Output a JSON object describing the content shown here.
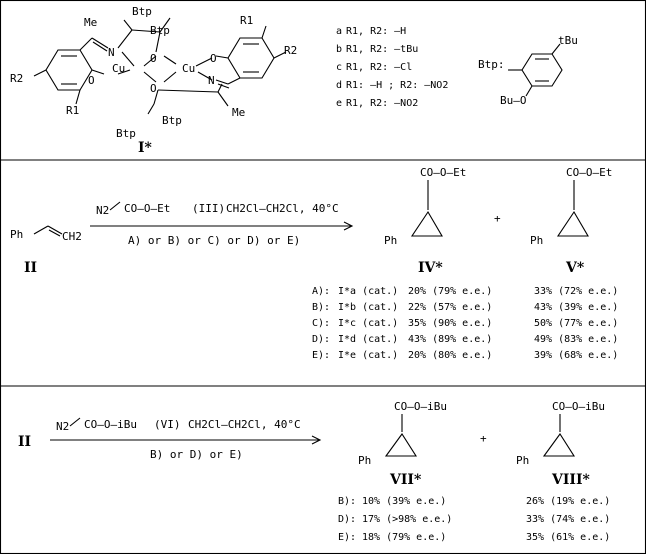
{
  "catalyst": {
    "label": "I*",
    "metal": "Cu",
    "me": "Me",
    "btp": "Btp",
    "r1": "R1",
    "r2": "R2",
    "substituents": [
      {
        "key": "a",
        "text": "R1, R2: —H"
      },
      {
        "key": "b",
        "text": "R1, R2: —tBu"
      },
      {
        "key": "c",
        "text": "R1, R2: —Cl"
      },
      {
        "key": "d",
        "text": "R1: —H ; R2: —NO2"
      },
      {
        "key": "e",
        "text": "R1, R2: —NO2"
      }
    ],
    "btp_definition": {
      "label": "Btp:",
      "para": "tBu",
      "ortho": "Bu—O"
    }
  },
  "reaction1": {
    "substrate": "Ph",
    "substrate_label": "II",
    "reagent": "N2",
    "reagent_chain": "CO—O—Et",
    "reagent_code": "(III)",
    "conditions": "CH2Cl—CH2Cl, 40°C",
    "options": "A) or B) or C) or D) or E)",
    "product_ester": "CO—O—Et",
    "product_ph": "Ph",
    "plus": "+",
    "product_labels": [
      "IV*",
      "V*"
    ],
    "rows": [
      {
        "tag": "A):",
        "cat": "I*a (cat.)",
        "iv": "20% (79% e.e.)",
        "v": "33% (72% e.e.)"
      },
      {
        "tag": "B):",
        "cat": "I*b (cat.)",
        "iv": "22% (57% e.e.)",
        "v": "43% (39% e.e.)"
      },
      {
        "tag": "C):",
        "cat": "I*c (cat.)",
        "iv": "35% (90% e.e.)",
        "v": "50% (77% e.e.)"
      },
      {
        "tag": "D):",
        "cat": "I*d (cat.)",
        "iv": "43% (89% e.e.)",
        "v": "49% (83% e.e.)"
      },
      {
        "tag": "E):",
        "cat": "I*e (cat.)",
        "iv": "20% (80% e.e.)",
        "v": "39% (68% e.e.)"
      }
    ]
  },
  "reaction2": {
    "substrate_label": "II",
    "reagent": "N2",
    "reagent_chain": "CO—O—iBu",
    "reagent_code": "(VI)",
    "conditions": "CH2Cl—CH2Cl, 40°C",
    "options": "B) or D) or E)",
    "product_ester": "CO—O—iBu",
    "product_ph": "Ph",
    "plus": "+",
    "product_labels": [
      "VII*",
      "VIII*"
    ],
    "rows": [
      {
        "tag": "B):",
        "vii": "10% (39% e.e.)",
        "viii": "26% (19% e.e.)"
      },
      {
        "tag": "D):",
        "vii": "17% (>98% e.e.)",
        "viii": "33% (74% e.e.)"
      },
      {
        "tag": "E):",
        "vii": "18% (79% e.e.)",
        "viii": "35% (61% e.e.)"
      }
    ]
  }
}
